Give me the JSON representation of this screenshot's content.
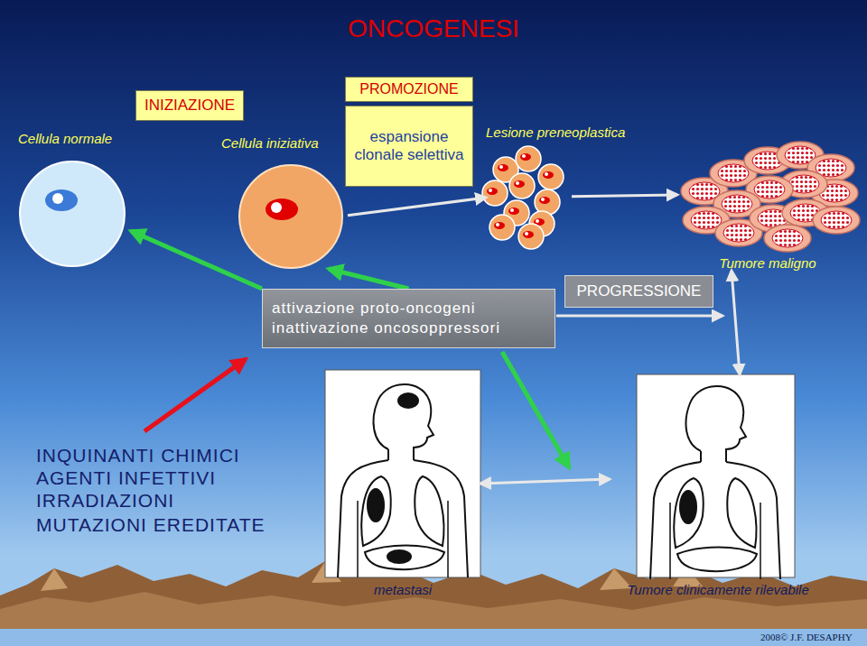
{
  "diagram": {
    "title": "ONCOGENESI",
    "nodes": [
      {
        "text": [
          "INIZIAZIONE"
        ]
      },
      {
        "text": [
          "PROMOZIONE",
          "espansione clonale selettiva"
        ]
      },
      {
        "text": [
          "Cellula normale"
        ]
      },
      {
        "text": [
          "Cellula iniziativa"
        ]
      },
      {
        "text": [
          "Lesione preneoplastica"
        ]
      },
      {
        "text": [
          "Tumore maligno"
        ]
      },
      {
        "text": [
          "attivazione proto-oncogeni",
          "inattivazione oncosoppressori"
        ]
      },
      {
        "text": [
          "PROGRESSIONE"
        ]
      },
      {
        "text": [
          "metastasi"
        ]
      },
      {
        "text": [
          "Tumore clinicamente rilevabile"
        ]
      }
    ],
    "edges": [
      {
        "from": 6,
        "to": 2,
        "arrow": "to"
      },
      {
        "from": 6,
        "to": 3,
        "arrow": "to"
      },
      {
        "from": 3,
        "to": 4,
        "arrow": "to"
      },
      {
        "from": 4,
        "to": 5,
        "arrow": "to"
      },
      {
        "from": 5,
        "to": 9,
        "arrow": "both"
      },
      {
        "from": 8,
        "to": 9,
        "arrow": "both"
      }
    ],
    "labels": [
      "INQUINANTI CHIMICI",
      "AGENTI INFETTIVI",
      "IRRADIAZIONI",
      "MUTAZIONI EREDITATE",
      "2008© J.F. DESAPHY"
    ]
  }
}
